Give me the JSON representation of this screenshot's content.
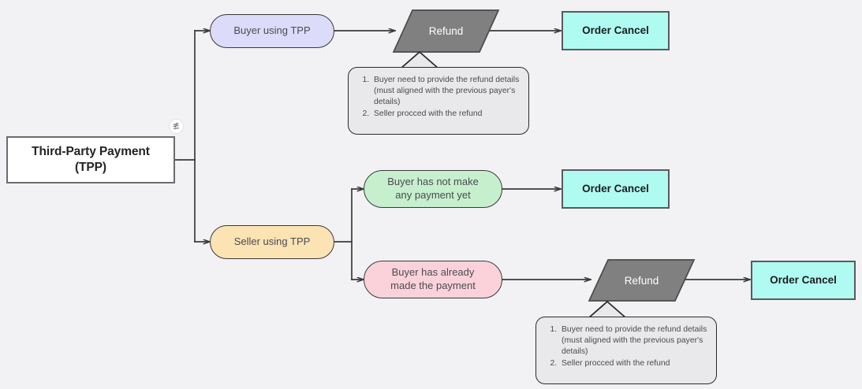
{
  "diagram": {
    "title": "Third-Party Payment (TPP) refund flow",
    "background_color": "#f2f2f4",
    "edge_color": "#3a3a3a",
    "nodes": {
      "root": {
        "label": "Third-Party Payment\n(TPP)",
        "shape": "rectangle",
        "fill": "#ffffff",
        "stroke": "#6b6b70"
      },
      "buyer_using_tpp": {
        "label": "Buyer using TPP",
        "shape": "pill",
        "fill": "#dcdcfa"
      },
      "seller_using_tpp": {
        "label": "Seller using TPP",
        "shape": "pill",
        "fill": "#fbe3b4"
      },
      "no_payment_yet": {
        "label": "Buyer has not make\nany payment yet",
        "shape": "pill",
        "fill": "#c6efce"
      },
      "already_paid": {
        "label": "Buyer has already\nmade the payment",
        "shape": "pill",
        "fill": "#fbd2da"
      },
      "refund_top": {
        "label": "Refund",
        "shape": "parallelogram",
        "fill": "#808080"
      },
      "refund_bottom": {
        "label": "Refund",
        "shape": "parallelogram",
        "fill": "#808080"
      },
      "order_cancel_1": {
        "label": "Order Cancel",
        "shape": "rectangle",
        "fill": "#affbf2"
      },
      "order_cancel_2": {
        "label": "Order Cancel",
        "shape": "rectangle",
        "fill": "#affbf2"
      },
      "order_cancel_3": {
        "label": "Order Cancel",
        "shape": "rectangle",
        "fill": "#affbf2"
      }
    },
    "notes": {
      "refund_note_top": {
        "items": [
          "Buyer need to provide the refund details (must aligned with the previous payer's details)",
          "Seller procced with the refund"
        ],
        "fill": "#e9e9eb"
      },
      "refund_note_bottom": {
        "items": [
          "Buyer need to provide the refund details (must aligned with the previous payer's details)",
          "Seller procced with the refund"
        ],
        "fill": "#e9e9eb"
      }
    },
    "badge": {
      "icon": "connector-handle-icon"
    }
  }
}
